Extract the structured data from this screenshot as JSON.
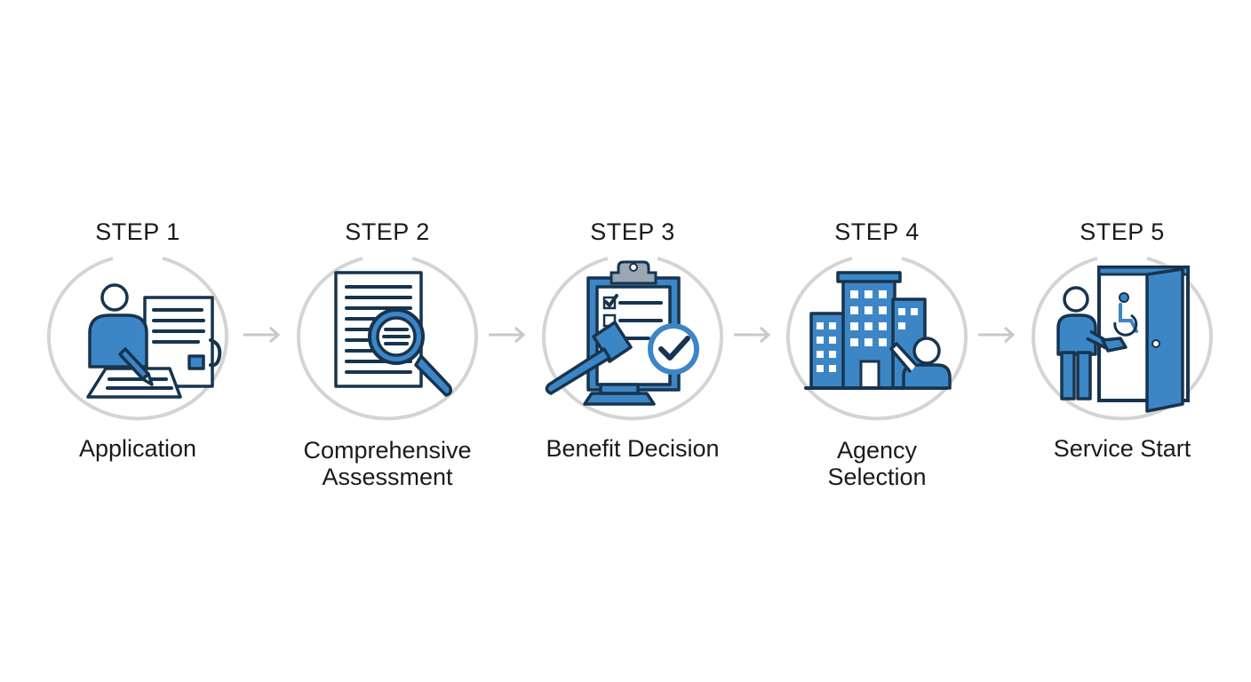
{
  "steps": [
    {
      "label": "STEP 1",
      "caption_lines": [
        "Application"
      ],
      "icon": "application-form-icon"
    },
    {
      "label": "STEP 2",
      "caption_lines": [
        "Comprehensive",
        "Assessment"
      ],
      "icon": "document-magnifier-icon"
    },
    {
      "label": "STEP 3",
      "caption_lines": [
        "Benefit Decision"
      ],
      "icon": "clipboard-gavel-icon"
    },
    {
      "label": "STEP 4",
      "caption_lines": [
        "Agency",
        "Selection"
      ],
      "icon": "agency-building-icon"
    },
    {
      "label": "STEP 5",
      "caption_lines": [
        "Service Start"
      ],
      "icon": "open-door-icon"
    }
  ],
  "colors": {
    "accent_blue": "#3d86c6",
    "outline_navy": "#17344f",
    "ring_gray": "#d4d4d4",
    "arrow_gray": "#c8c8c8"
  }
}
